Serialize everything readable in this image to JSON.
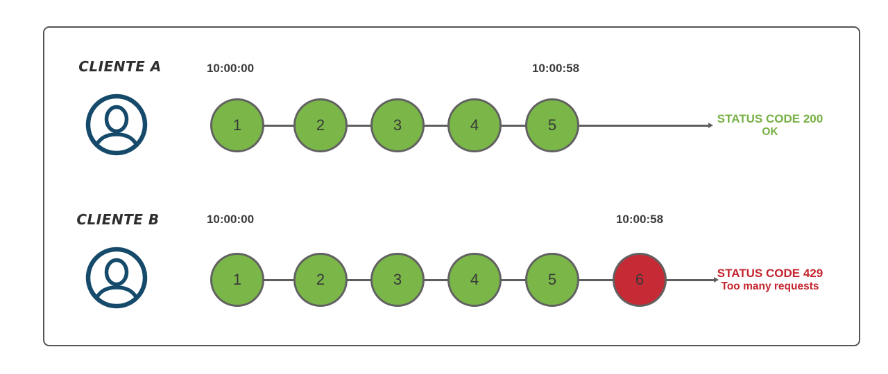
{
  "rows": [
    {
      "label": "CLIENTE A",
      "start_time": "10:00:00",
      "end_time": "10:00:58",
      "requests": [
        {
          "n": "1",
          "state": "ok"
        },
        {
          "n": "2",
          "state": "ok"
        },
        {
          "n": "3",
          "state": "ok"
        },
        {
          "n": "4",
          "state": "ok"
        },
        {
          "n": "5",
          "state": "ok"
        }
      ],
      "status_line1": "STATUS CODE 200",
      "status_line2": "OK"
    },
    {
      "label": "CLIENTE B",
      "start_time": "10:00:00",
      "end_time": "10:00:58",
      "requests": [
        {
          "n": "1",
          "state": "ok"
        },
        {
          "n": "2",
          "state": "ok"
        },
        {
          "n": "3",
          "state": "ok"
        },
        {
          "n": "4",
          "state": "ok"
        },
        {
          "n": "5",
          "state": "ok"
        },
        {
          "n": "6",
          "state": "blocked"
        }
      ],
      "status_line1": "STATUS CODE 429",
      "status_line2": "Too many requests"
    }
  ],
  "colors": {
    "request_ok": "#7AB648",
    "request_blocked": "#C62A35",
    "status_ok_text": "#76B043",
    "status_error_text": "#C5242E",
    "timeline_line": "#5E5E5E",
    "circle_border": "#616161",
    "client_icon": "#164A6B",
    "frame_border": "#555555"
  },
  "icons": {
    "client": "person-in-circle-icon"
  }
}
